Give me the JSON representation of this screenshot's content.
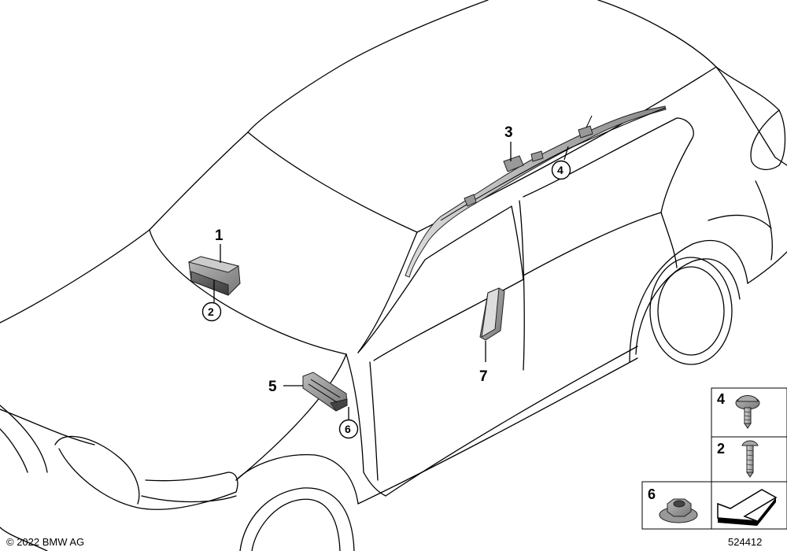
{
  "callouts": {
    "c1": "1",
    "c2": "2",
    "c3": "3",
    "c4": "4",
    "c5": "5",
    "c6": "6",
    "c7": "7"
  },
  "parts_table": {
    "row1": "4",
    "row2": "2",
    "row3": "6"
  },
  "copyright": "© 2022 BMW AG",
  "diagram_id": "524412"
}
